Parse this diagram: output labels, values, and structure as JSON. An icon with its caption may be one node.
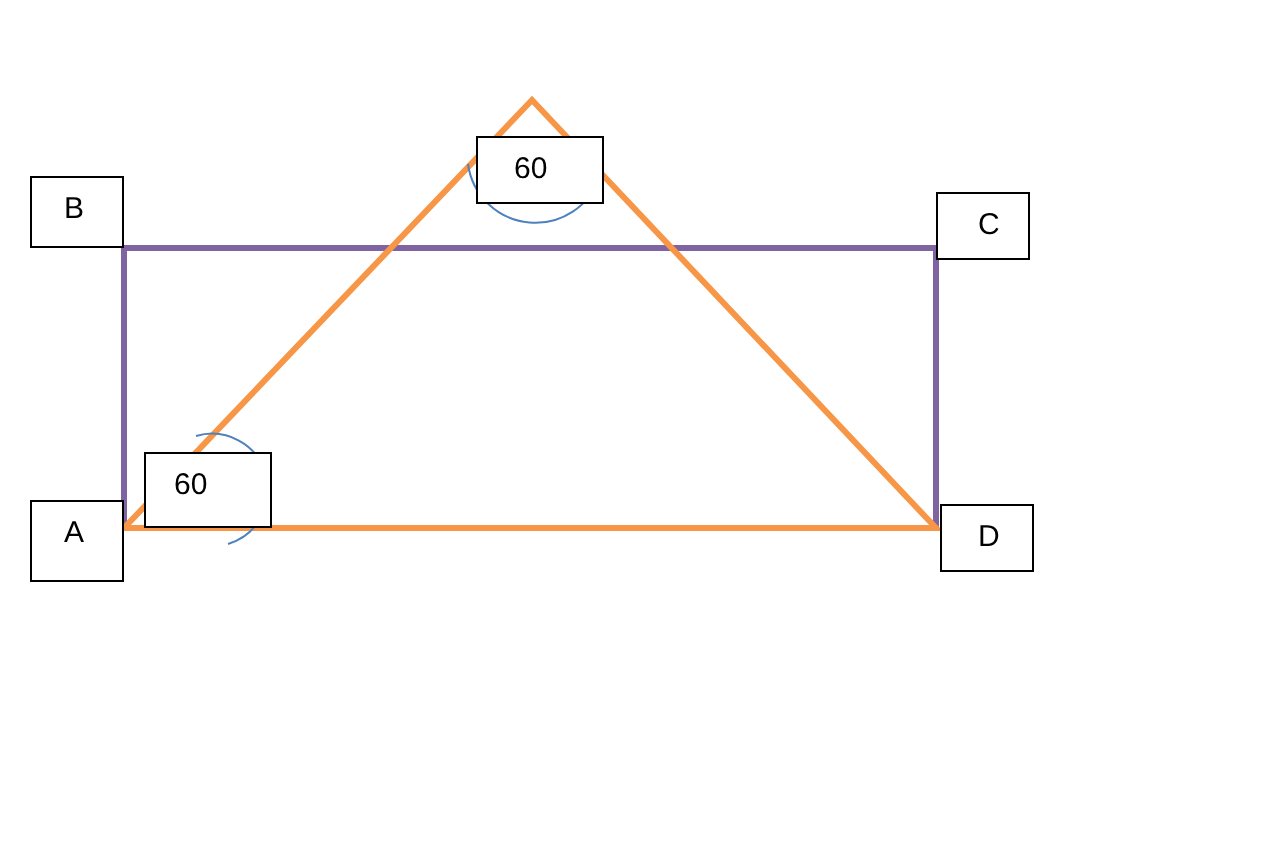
{
  "diagram": {
    "labels": [
      "60",
      "B",
      "C",
      "60",
      "A",
      "D"
    ]
  }
}
